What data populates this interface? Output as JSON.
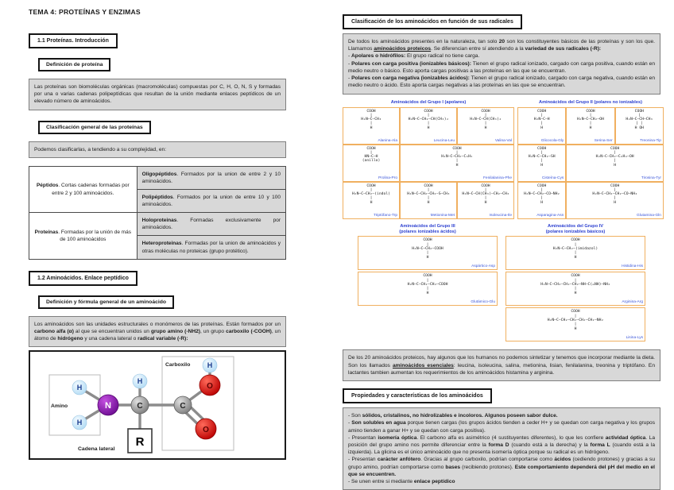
{
  "page": {
    "title": "TEMA 4: PROTEÍNAS Y ENZIMAS"
  },
  "left": {
    "section1_heading": "1.1 Proteínas. Introducción",
    "def_proteina": {
      "heading": "Definición de proteína",
      "body": [
        {
          "t": "Las proteínas son biomoléculas orgánicas (macromoléculas) compuestas por C, H, O, N, S y formadas por una o varias cadenas polipeptídicas que resultan de la unión mediante enlaces peptídicos de un elevado número de aminoácidos."
        }
      ]
    },
    "clasificacion": {
      "heading": "Clasificación general de las proteínas",
      "intro": [
        {
          "t": "Podemos clasificarlas, a tendiendo a su complejidad, en:"
        }
      ]
    },
    "table": {
      "rows": [
        {
          "group": [
            {
              "t": "Péptidos",
              "b": true
            },
            {
              "t": ". Cortas cadenas formadas por entre 2 y 100 aminoácidos."
            }
          ],
          "cell1": [
            {
              "t": "Oligopéptidos",
              "b": true
            },
            {
              "t": ". Formados por la union de entre 2 y 10 aminoácidos."
            }
          ],
          "cell2": [
            {
              "t": "Polipéptidos",
              "b": true
            },
            {
              "t": ". Formados por la union de entre 10 y 100 aminoácidos."
            }
          ]
        },
        {
          "group": [
            {
              "t": "Proteínas",
              "b": true
            },
            {
              "t": ". Formadas por la unión de más de 100 aminoácidos"
            }
          ],
          "cell1": [
            {
              "t": "Holoproteinas",
              "b": true
            },
            {
              "t": ". Formadas exclusivamente por aminoácidos."
            }
          ],
          "cell2": [
            {
              "t": "Heteroproteinas",
              "b": true
            },
            {
              "t": ". Formadas por la union de aminoácidos y otras moléculas no proteicas (grupo protético)."
            }
          ]
        }
      ]
    },
    "section2_heading": "1.2 Aminoácidos. Enlace peptídico",
    "def_aminoacido": {
      "heading": "Definición y fórmula general de un aminoácido",
      "body": [
        {
          "t": "Los aminoácidos son las unidades estructurales o monómeros de las proteínas. Están formados por un "
        },
        {
          "t": "carbono alfa (α)",
          "b": true
        },
        {
          "t": " al que se encuentran unidos un "
        },
        {
          "t": "grupo amino (-NH2)",
          "b": true
        },
        {
          "t": ", un grupo "
        },
        {
          "t": "carboxilo (-COOH)",
          "b": true
        },
        {
          "t": ", un átomo de "
        },
        {
          "t": "hidrógeno",
          "b": true
        },
        {
          "t": " y una cadena lateral o "
        },
        {
          "t": "radical variable (-R):",
          "b": true
        }
      ]
    },
    "diagram": {
      "labels": {
        "carboxilo": "Carboxilo",
        "amino": "Amino",
        "cadena": "Cadena lateral"
      },
      "atoms": {
        "h": "H",
        "n": "N",
        "c": "C",
        "o": "O",
        "r": "R"
      },
      "colors": {
        "hydrogen": "#cfe8fa",
        "nitrogen": "#8b1fa9",
        "carbon": "#9a9a9a",
        "oxygen": "#d81515",
        "bond": "#8c8c8c"
      }
    }
  },
  "right": {
    "clasif_radicales": {
      "heading": "Clasificación de los aminoácidos en función de sus radicales",
      "intro": [
        {
          "t": "De todos los aminoácidos presentes en la naturaleza, tan solo "
        },
        {
          "t": "20",
          "b": true
        },
        {
          "t": " son los constituyentes básicos de las proteínas y son los que. Llamamos "
        },
        {
          "t": "aminoácidos proteicos",
          "b": true,
          "u": true
        },
        {
          "t": ". Se diferencian entre sí atendiendo a la "
        },
        {
          "t": "variedad de sus radicales (-R):",
          "b": true
        }
      ],
      "bullets": [
        [
          {
            "t": "- "
          },
          {
            "t": "Apolares o hidrófilos:",
            "b": true
          },
          {
            "t": " El grupo radical no tiene carga."
          }
        ],
        [
          {
            "t": "- "
          },
          {
            "t": "Polares con carga positiva (ionizables básicos):",
            "b": true
          },
          {
            "t": " Tienen el grupo radical ionizado, cargado con carga positiva, cuando están en medio neutro o básico. Esto aporta cargas positivas a las proteínas en las que se encuentran."
          }
        ],
        [
          {
            "t": "- "
          },
          {
            "t": "Polares con carga negativa (ionizables ácidos):",
            "b": true
          },
          {
            "t": " Tienen el grupo radical ionizado, cargado con carga negativa, cuando están en medio neutro o ácido. Esto aporta cargas negativas a las proteínas en las que se encuentran."
          }
        ]
      ]
    },
    "figure": {
      "g1": {
        "title": "Aminoácidos del Grupo I (apolares)",
        "items": [
          {
            "name": "Alanina-Ala",
            "f": "COOH\n|\nH₂N–C–CH₃\n|\nH"
          },
          {
            "name": "Leucina-Leu",
            "f": "COOH\n|\nH₂N–C–CH₂–CH(CH₃)₂\n|\nH"
          },
          {
            "name": "Valina-Val",
            "f": "COOH\n|\nH₂N–C–CH(CH₃)₂\n|\nH"
          },
          {
            "name": "Prolina-Pro",
            "f": "COOH\n|\nHN–C–H\n(anillo)"
          },
          {
            "name": "Fenilalanina-Phe",
            "f": "COOH\n|\nH₂N–C–CH₂–C₆H₅\n|\nH"
          },
          {
            "name": "Triptófano-Trp",
            "f": "COOH\n|\nH₂N–C–CH₂–(indol)\n|\nH"
          },
          {
            "name": "Metionina-Met",
            "f": "COOH\n|\nH₂N–C–CH₂–CH₂–S–CH₃\n|\nH"
          },
          {
            "name": "Isoleucina-Ile",
            "f": "COOH\n|\nH₂N–C–CH(CH₃)–CH₂–CH₃\n|\nH"
          }
        ]
      },
      "g2": {
        "title": "Aminoácidos del Grupo II (polares no ionizables)",
        "items": [
          {
            "name": "Glicocola-Gly",
            "f": "COOH\n|\nH₂N–C–H\n|\nH"
          },
          {
            "name": "Serina-Ser",
            "f": "COOH\n|\nH₂N–C–CH₂–OH\n|\nH"
          },
          {
            "name": "Treonina-Tip",
            "f": "COOH\n|\nH₂N–C–CH–CH₃\n|  |\nH OH"
          },
          {
            "name": "Cisteína-Cys",
            "f": "COOH\n|\nH₂N–C–CH₂–SH\n|\nH"
          },
          {
            "name": "Tirosina-Tyr",
            "f": "COOH\n|\nH₂N–C–CH₂–C₆H₄–OH\n|\nH"
          },
          {
            "name": "Asparagina-Asn",
            "f": "COOH\n|\nH₂N–C–CH₂–CO–NH₂\n|\nH"
          },
          {
            "name": "Glutamina-Gln",
            "f": "COOH\n|\nH₂N–C–CH₂–CH₂–CO–NH₂\n|\nH"
          }
        ]
      },
      "g3": {
        "title": "Aminoácidos del Grupo III",
        "subtitle": "(polares ionizables ácidos)",
        "items": [
          {
            "name": "Aspártico-Asp",
            "f": "COOH\n|\nH₂N–C–CH₂–COOH\n|\nH"
          },
          {
            "name": "Glutámico-Glu",
            "f": "COOH\n|\nH₂N–C–CH₂–CH₂–COOH\n|\nH"
          }
        ]
      },
      "g4": {
        "title": "Aminoácidos del Grupo IV",
        "subtitle": "(polares ionizables básicos)",
        "items": [
          {
            "name": "Histidina-His",
            "f": "COOH\n|\nH₂N–C–CH₂–(imidazol)\n|\nH"
          },
          {
            "name": "Arginina-Arg",
            "f": "COOH\n|\nH₂N–C–CH₂–CH₂–CH₂–NH–C(=NH)–NH₂\n|\nH"
          },
          {
            "name": "Lisina-Lys",
            "f": "COOH\n|\nH₂N–C–CH₂–CH₂–CH₂–CH₂–NH₂\n|\nH"
          }
        ]
      }
    },
    "esenciales": [
      {
        "t": "De los 20 aminoácidos proteicos, hay algunos que los humanos no podemos sintetizar y tenemos que incorporar mediante la dieta. Son los llamados "
      },
      {
        "t": "aminoácidos esenciales",
        "b": true,
        "u": true
      },
      {
        "t": ": leucina, isoleucina, salina, metionina, lisian, fenilalanina, treonina y triptófano. En lactantes tambien aumentan los requerimientos de los aminoácidos histamina y arginina."
      }
    ],
    "propiedades": {
      "heading": "Propiedades y características de los aminoácidos",
      "bullets": [
        [
          {
            "t": "- Son "
          },
          {
            "t": "sólidos, cristalinos, no hidrolizables e incoloros. Algunos poseen sabor dulce.",
            "b": true
          }
        ],
        [
          {
            "t": "- "
          },
          {
            "t": "Son solubles en agua",
            "b": true
          },
          {
            "t": " porque tienen cargas (los grupos ácidos tienden a ceder H+ y se quedan con carga negativa y los grupos amino tienden a ganar H+ y se quedan con carga positiva)."
          }
        ],
        [
          {
            "t": "- Presentan "
          },
          {
            "t": "isomería óptica",
            "b": true
          },
          {
            "t": ". El carbono alfa es asimétrico (4 sustituyentes diferentes), lo que les confiere "
          },
          {
            "t": "actividad óptica",
            "b": true
          },
          {
            "t": ". La posición del grupo amino nos permite diferenciar entre la "
          },
          {
            "t": "forma D",
            "b": true
          },
          {
            "t": " (cuando está a la derecha) y la "
          },
          {
            "t": "forma L",
            "b": true
          },
          {
            "t": " (cuando está a la izquierda). La glicina es el único aminoácido que no presenta isomería óptica porque su radical es un hidrógeno."
          }
        ],
        [
          {
            "t": "- Presentan "
          },
          {
            "t": "carácter anfótero",
            "b": true
          },
          {
            "t": ". Gracias al grupo carboxilo, podrían comportarse como "
          },
          {
            "t": "ácidos",
            "b": true
          },
          {
            "t": " (cediendo protones) y gracias a su grupo amino, podrían comportarse como "
          },
          {
            "t": "bases",
            "b": true
          },
          {
            "t": " (recibiendo protones). "
          },
          {
            "t": "Este comportamiento dependerá del pH del medio en el que se encuentren.",
            "b": true
          }
        ],
        [
          {
            "t": "- Se unen entre si mediante "
          },
          {
            "t": "enlace peptídico",
            "b": true
          }
        ]
      ]
    }
  }
}
